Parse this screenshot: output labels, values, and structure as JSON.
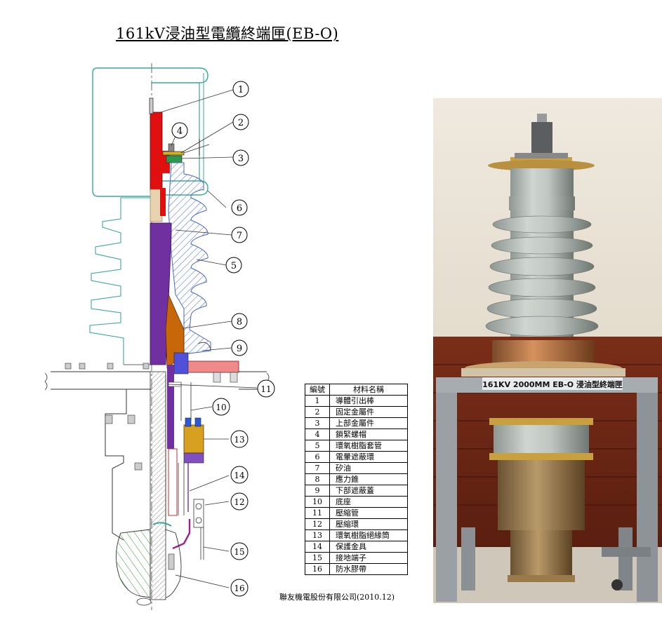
{
  "title": "161kV浸油型電纜終端匣(EB-O)",
  "callouts": [
    "1",
    "2",
    "3",
    "4",
    "5",
    "6",
    "7",
    "8",
    "9",
    "10",
    "11",
    "12",
    "13",
    "14",
    "15",
    "16"
  ],
  "parts_table": {
    "headers": [
      "編號",
      "材料名稱"
    ],
    "rows": [
      {
        "no": "1",
        "name": "導體引出棒"
      },
      {
        "no": "2",
        "name": "固定金屬件"
      },
      {
        "no": "3",
        "name": "上部金屬件"
      },
      {
        "no": "4",
        "name": "鎖緊螺帽"
      },
      {
        "no": "5",
        "name": "環氧樹脂套管"
      },
      {
        "no": "6",
        "name": "電暈遮蔽環"
      },
      {
        "no": "7",
        "name": "矽油"
      },
      {
        "no": "8",
        "name": "應力錐"
      },
      {
        "no": "9",
        "name": "下部遮蔽蓋"
      },
      {
        "no": "10",
        "name": "底座"
      },
      {
        "no": "11",
        "name": "壓縮管"
      },
      {
        "no": "12",
        "name": "壓縮環"
      },
      {
        "no": "13",
        "name": "環氧樹脂絕緣筒"
      },
      {
        "no": "14",
        "name": "保護金具"
      },
      {
        "no": "15",
        "name": "接地端子"
      },
      {
        "no": "16",
        "name": "防水膠帶"
      }
    ]
  },
  "company": "聯友機電股份有限公司(2010.12)",
  "photo": {
    "stand_label": "161KV 2000MM EB-O 浸油型終端匣"
  },
  "colors": {
    "conductor": "#e01010",
    "silicone_oil": "#7030a0",
    "stress_cone": "#c8660a",
    "corona_ring": "#3aa89a",
    "flange": "#f08a8a",
    "epoxy_cylinder": "#d8a020",
    "hatch": "#4466cc",
    "tape": "#2a9a2a"
  }
}
